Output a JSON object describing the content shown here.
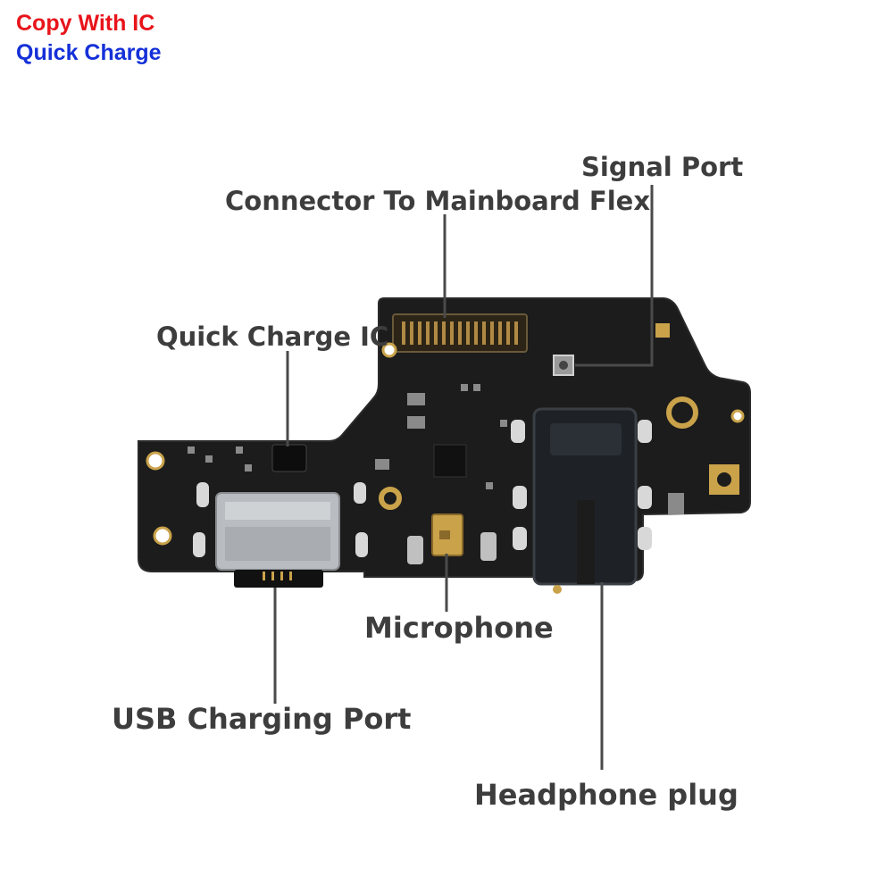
{
  "header": {
    "line1": "Copy With IC",
    "line1_color": "#e8141b",
    "line2": "Quick Charge",
    "line2_color": "#1530d8"
  },
  "labels": {
    "signal_port": "Signal Port",
    "connector": "Connector To Mainboard Flex",
    "quick_charge_ic": "Quick Charge IC",
    "microphone": "Microphone",
    "usb_port": "USB Charging Port",
    "headphone": "Headphone plug"
  },
  "colors": {
    "pcb": "#1c1c1c",
    "pcb_edge": "#2a2a2a",
    "gold": "#c9a24a",
    "silver": "#b9bcc0",
    "label_text": "#3d3d3d",
    "leader_line": "#4a4a4a"
  }
}
